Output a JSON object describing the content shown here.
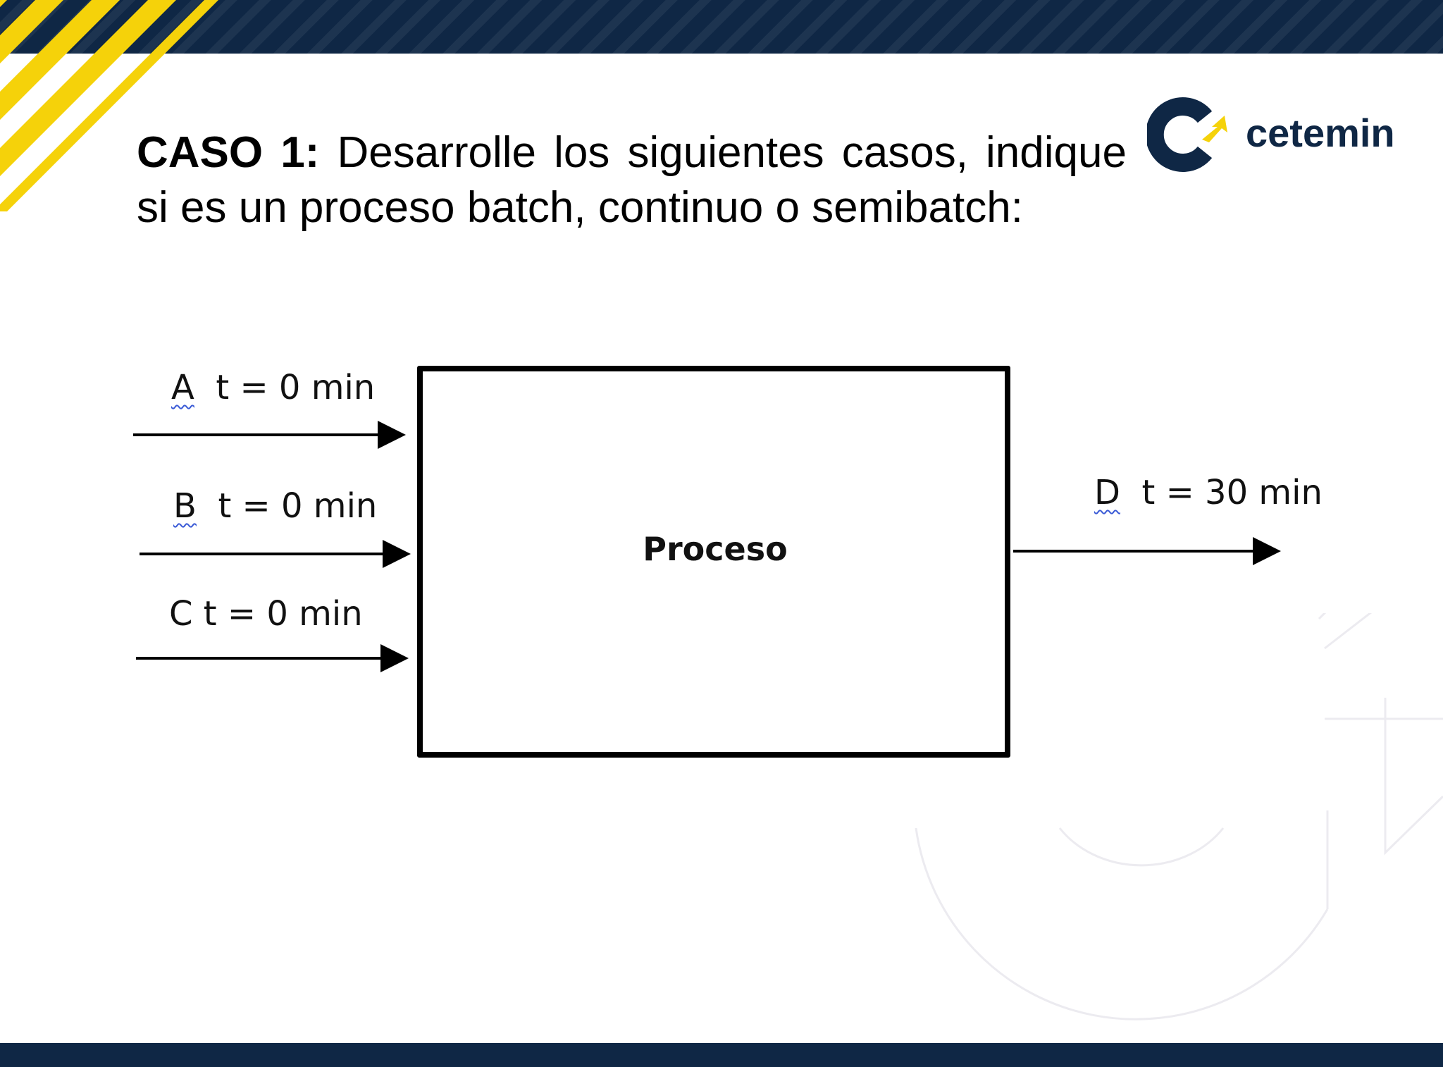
{
  "title": {
    "bold": "CASO 1:",
    "text": " Desarrolle los siguientes casos, indique si es un proceso batch, continuo o semibatch:"
  },
  "logo": {
    "text": "cetemin",
    "icon": "cetemin-logo-icon"
  },
  "diagram": {
    "process_label": "Proceso",
    "inputs": [
      {
        "stream": "A",
        "time": "t = 0 min"
      },
      {
        "stream": "B",
        "time": "t = 0 min"
      },
      {
        "stream": "C",
        "time": "t = 0 min"
      }
    ],
    "outputs": [
      {
        "stream": "D",
        "time": "t = 30 min"
      }
    ]
  },
  "colors": {
    "navy": "#0f2745",
    "yellow": "#f5d20a",
    "black": "#000000"
  }
}
